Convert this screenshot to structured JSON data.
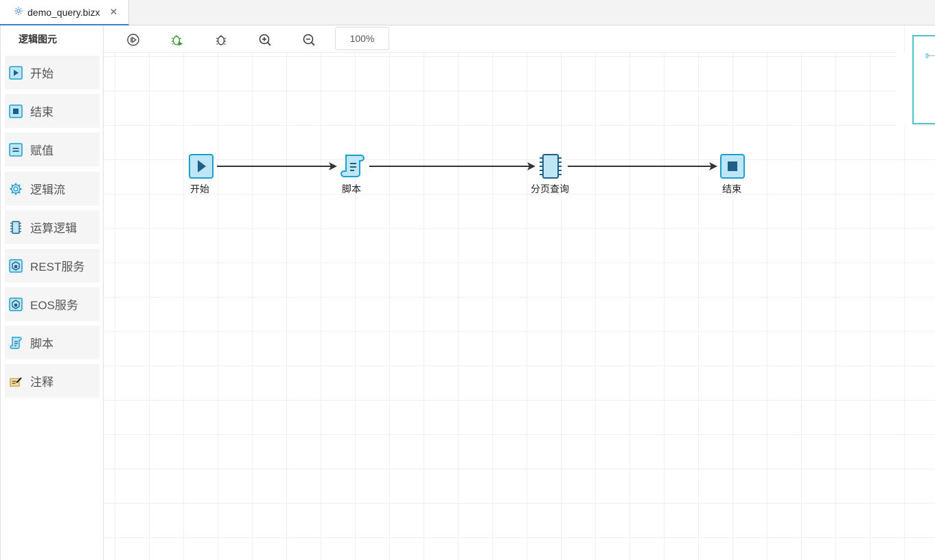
{
  "tab": {
    "title": "demo_query.bizx",
    "close_glyph": "✕"
  },
  "sidebar": {
    "title": "逻辑图元",
    "items": [
      {
        "label": "开始",
        "icon": "play-icon"
      },
      {
        "label": "结束",
        "icon": "stop-icon"
      },
      {
        "label": "赋值",
        "icon": "equals-icon"
      },
      {
        "label": "逻辑流",
        "icon": "gear-icon"
      },
      {
        "label": "运算逻辑",
        "icon": "chip-icon"
      },
      {
        "label": "REST服务",
        "icon": "rest-service-icon"
      },
      {
        "label": "EOS服务",
        "icon": "eos-service-icon"
      },
      {
        "label": "脚本",
        "icon": "script-icon"
      },
      {
        "label": "注释",
        "icon": "annotation-icon"
      }
    ]
  },
  "toolbar": {
    "buttons": [
      "run-icon",
      "debug-icon",
      "stop-debug-icon",
      "zoom-in-icon",
      "zoom-out-icon"
    ],
    "zoom": "100%"
  },
  "flow": {
    "nodes": [
      {
        "id": "start",
        "label": "开始",
        "icon": "play-icon"
      },
      {
        "id": "script",
        "label": "脚本",
        "icon": "script-icon"
      },
      {
        "id": "query",
        "label": "分页查询",
        "icon": "chip-icon"
      },
      {
        "id": "end",
        "label": "结束",
        "icon": "stop-icon"
      }
    ]
  },
  "colors": {
    "accent": "#1a9fcf",
    "icon_fill": "#bfe6f6",
    "icon_dark": "#1d5f86",
    "tab_underline": "#3b82c4",
    "minimap_border": "#4cc3c7"
  }
}
